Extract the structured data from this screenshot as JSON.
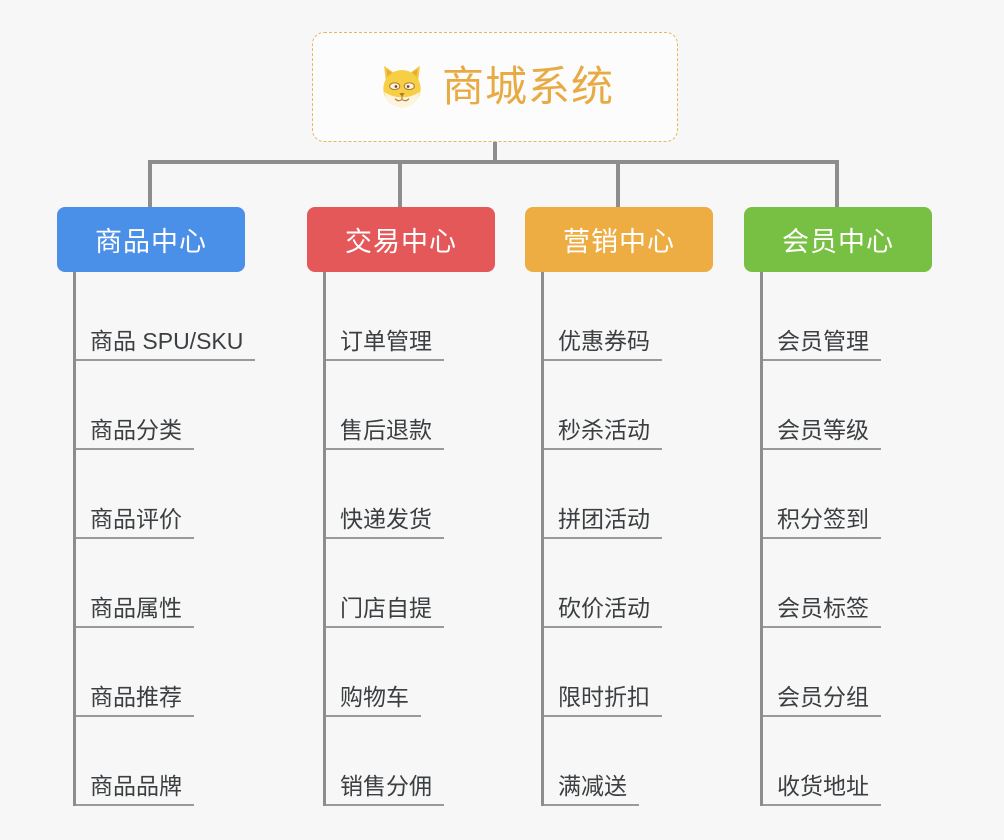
{
  "diagram": {
    "title": "商城系统",
    "root": {
      "label": "商城系统",
      "icon": "shiba-dog-face-icon",
      "border_color": "#e8b75c",
      "text_color": "#e8ab44"
    },
    "connector_color": "#8d8d8d",
    "background_color": "#f7f7f7",
    "columns": [
      {
        "label": "商品中心",
        "color": "#4a8fe8",
        "items": [
          "商品 SPU/SKU",
          "商品分类",
          "商品评价",
          "商品属性",
          "商品推荐",
          "商品品牌"
        ]
      },
      {
        "label": "交易中心",
        "color": "#e4585a",
        "items": [
          "订单管理",
          "售后退款",
          "快递发货",
          "门店自提",
          "购物车",
          "销售分佣"
        ]
      },
      {
        "label": "营销中心",
        "color": "#eead42",
        "items": [
          "优惠券码",
          "秒杀活动",
          "拼团活动",
          "砍价活动",
          "限时折扣",
          "满减送"
        ]
      },
      {
        "label": "会员中心",
        "color": "#78c043",
        "items": [
          "会员管理",
          "会员等级",
          "积分签到",
          "会员标签",
          "会员分组",
          "收货地址"
        ]
      }
    ]
  }
}
